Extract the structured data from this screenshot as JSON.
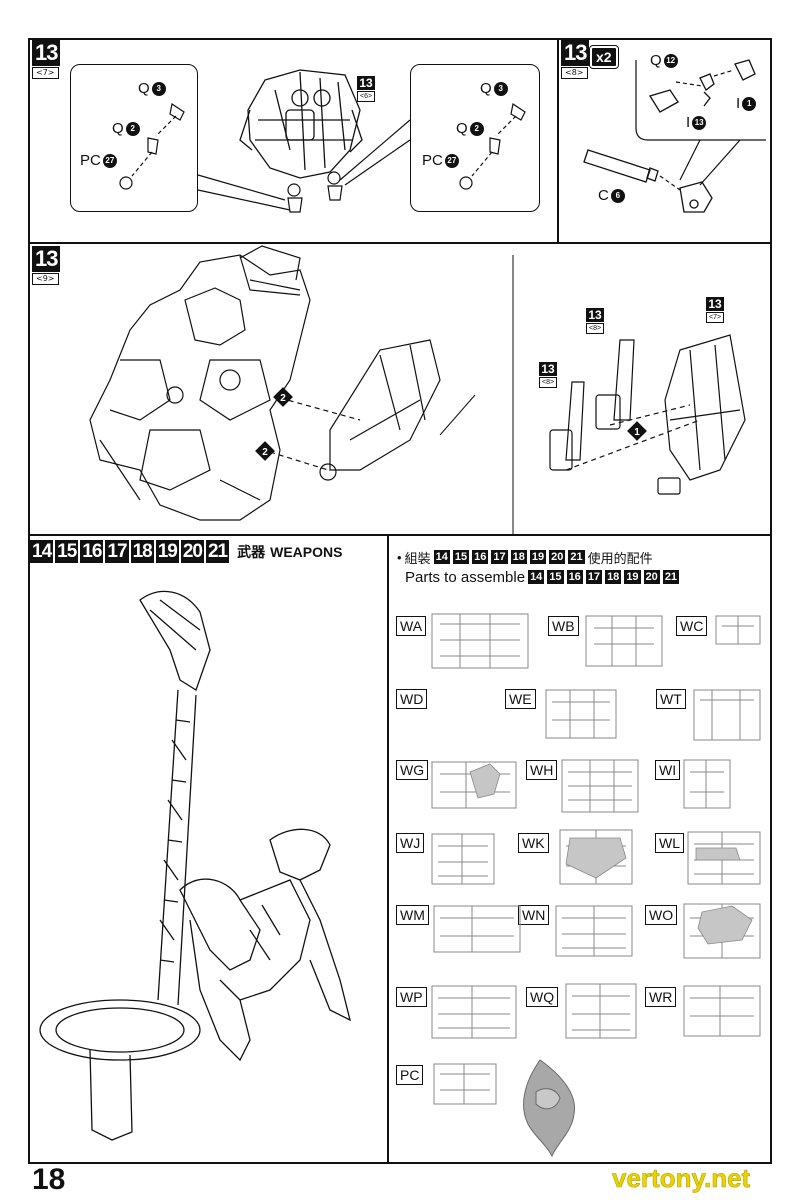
{
  "page": {
    "number": "18",
    "watermark": "vertony.net"
  },
  "panels": {
    "top_left": {
      "step": "13",
      "sub": "<7>",
      "sub_tag_number": "13",
      "sub_tag_sub": "<6>",
      "callout_left": {
        "q3": "Q",
        "q3_num": "3",
        "q2": "Q",
        "q2_num": "2",
        "pc": "PC",
        "pc_num": "27"
      },
      "callout_right": {
        "q3": "Q",
        "q3_num": "3",
        "q2": "Q",
        "q2_num": "2",
        "pc": "PC",
        "pc_num": "27"
      }
    },
    "top_right": {
      "step": "13",
      "sub": "<8>",
      "multiplier": "x2",
      "labels": {
        "q": "Q",
        "q_num": "12",
        "i1": "I",
        "i1_num": "1",
        "i13": "I",
        "i13_num": "13",
        "c": "C",
        "c_num": "6"
      }
    },
    "middle": {
      "step": "13",
      "sub": "<9>",
      "arrow_num": "2",
      "tag_a_number": "13",
      "tag_a_sub": "<8>",
      "tag_b_number": "13",
      "tag_b_sub": "<8>",
      "tag_c_number": "13",
      "tag_c_sub": "<7>",
      "step_arrow": "1"
    }
  },
  "weapons": {
    "numbers": [
      "14",
      "15",
      "16",
      "17",
      "18",
      "19",
      "20",
      "21"
    ],
    "title_cn": "武器",
    "title_en": "WEAPONS",
    "parts_line_cn": "組裝",
    "parts_line_cn_suffix": "使用的配件",
    "parts_line_en": "Parts to assemble",
    "bullet": "•"
  },
  "runners": [
    {
      "label": "WA"
    },
    {
      "label": "WB"
    },
    {
      "label": "WC"
    },
    {
      "label": "WD"
    },
    {
      "label": "WE"
    },
    {
      "label": "WT"
    },
    {
      "label": "WG"
    },
    {
      "label": "WH"
    },
    {
      "label": "WI"
    },
    {
      "label": "WJ"
    },
    {
      "label": "WK"
    },
    {
      "label": "WL"
    },
    {
      "label": "WM"
    },
    {
      "label": "WN"
    },
    {
      "label": "WO"
    },
    {
      "label": "WP"
    },
    {
      "label": "WQ"
    },
    {
      "label": "WR"
    },
    {
      "label": "PC"
    }
  ],
  "colors": {
    "ink": "#111111",
    "runner_fill": "#cfcfcf",
    "watermark": "#e8d200"
  },
  "icons": [
    "dashed-arrow-icon",
    "step-arrow-icon",
    "parts-runner-icon"
  ]
}
